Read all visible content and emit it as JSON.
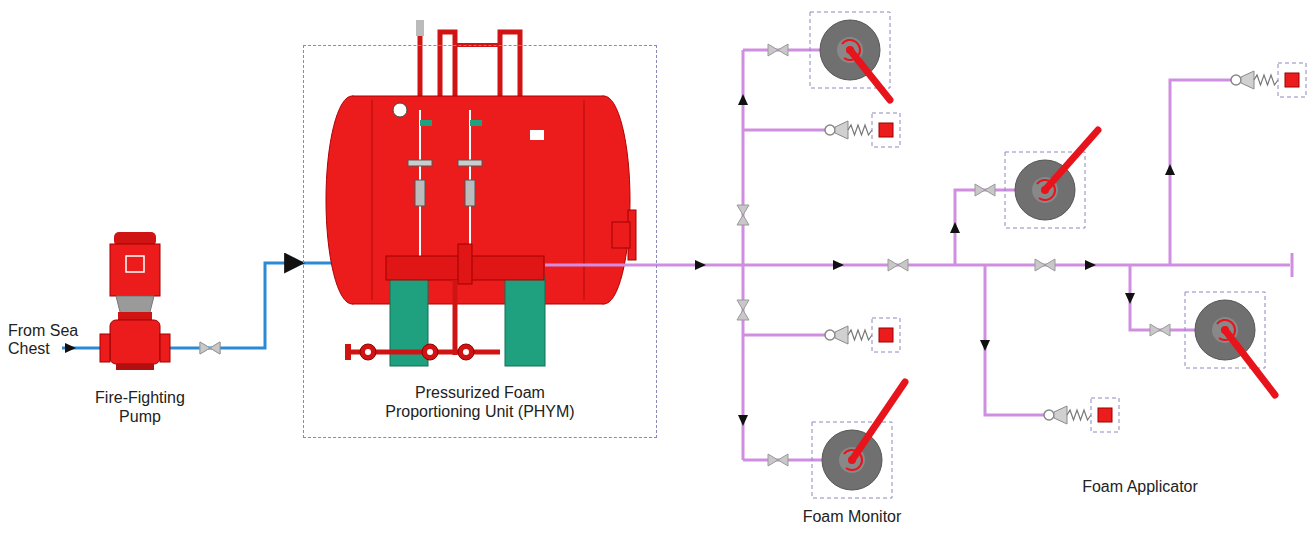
{
  "diagram": {
    "nodes": [
      {
        "text": [
          "Fire-Fighting Pump"
        ]
      },
      {
        "text": [
          "Pressurized Foam Proportioning Unit (PHYM)"
        ]
      }
    ],
    "edges": [
      {
        "from": 0,
        "to": 1,
        "arrow": "to"
      }
    ],
    "labels": [
      "From Sea Chest",
      "Foam Monitor",
      "Foam Applicator"
    ]
  }
}
